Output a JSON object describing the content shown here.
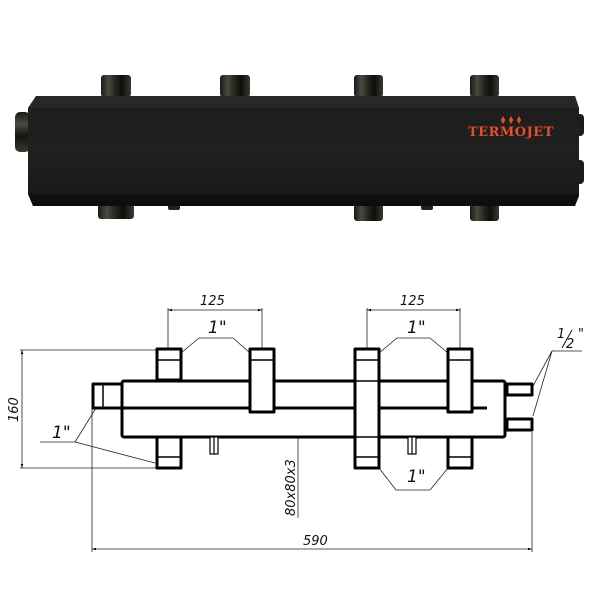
{
  "product": {
    "brand": "TERMOJET",
    "brand_color": "#e0502a",
    "logo_icon": "three-flames-icon",
    "body_color": "#1b1b1b"
  },
  "drawing": {
    "dimensions": {
      "spacing_left": "125",
      "spacing_right": "125",
      "height": "160",
      "length": "590",
      "profile": "80x80x3"
    },
    "thread_labels": {
      "top_left_pair": "1\"",
      "top_right_pair": "1\"",
      "bottom_right_pair": "1\"",
      "left_inlets": "1\"",
      "right_outlets_num": "1",
      "right_outlets_den": "2",
      "right_outlets_mark": "\""
    }
  }
}
